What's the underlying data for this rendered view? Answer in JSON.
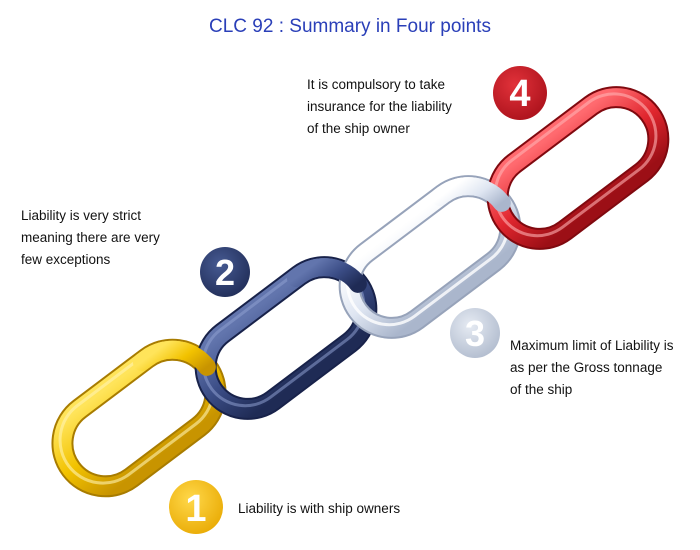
{
  "title": "CLC 92 : Summary in Four points",
  "points": [
    {
      "number": "1",
      "lines": [
        "Liability is with ship owners"
      ],
      "color": "#f2c200"
    },
    {
      "number": "2",
      "lines": [
        "Liability is very strict",
        "meaning there are very",
        "few exceptions"
      ],
      "color": "#2c3a66"
    },
    {
      "number": "3",
      "lines": [
        "Maximum limit of Liability is",
        "as per the Gross tonnage",
        "of the ship"
      ],
      "color": "#c9d2e2"
    },
    {
      "number": "4",
      "lines": [
        "It is compulsory to take",
        "insurance for the liability",
        "of the ship owner"
      ],
      "color": "#d0202c"
    }
  ],
  "link_colors": {
    "yellow": "#f2c200",
    "navy": "#3b4d86",
    "white": "#dfe6f2",
    "red": "#e0262e"
  }
}
